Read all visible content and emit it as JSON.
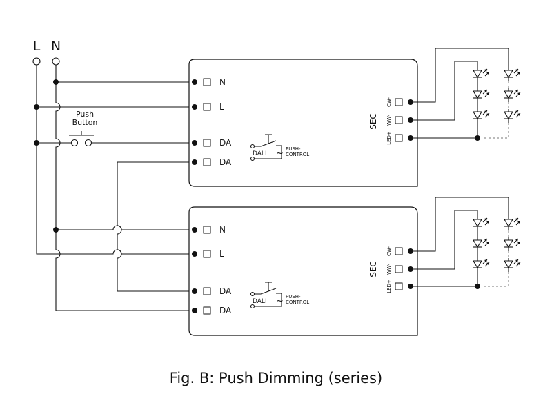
{
  "mains": {
    "l_label": "L",
    "n_label": "N"
  },
  "push_button": {
    "line1": "Push",
    "line2": "Button"
  },
  "driver": {
    "terminals": [
      "N",
      "L",
      "DA",
      "DA"
    ],
    "sec_label": "SEC",
    "outputs": [
      "CW-",
      "WW-",
      "LED+"
    ],
    "dali_label": "DALI",
    "tilde": "~",
    "push_control_line1": "PUSH-",
    "push_control_line2": "CONTROL"
  },
  "caption": "Fig. B: Push Dimming (series)"
}
